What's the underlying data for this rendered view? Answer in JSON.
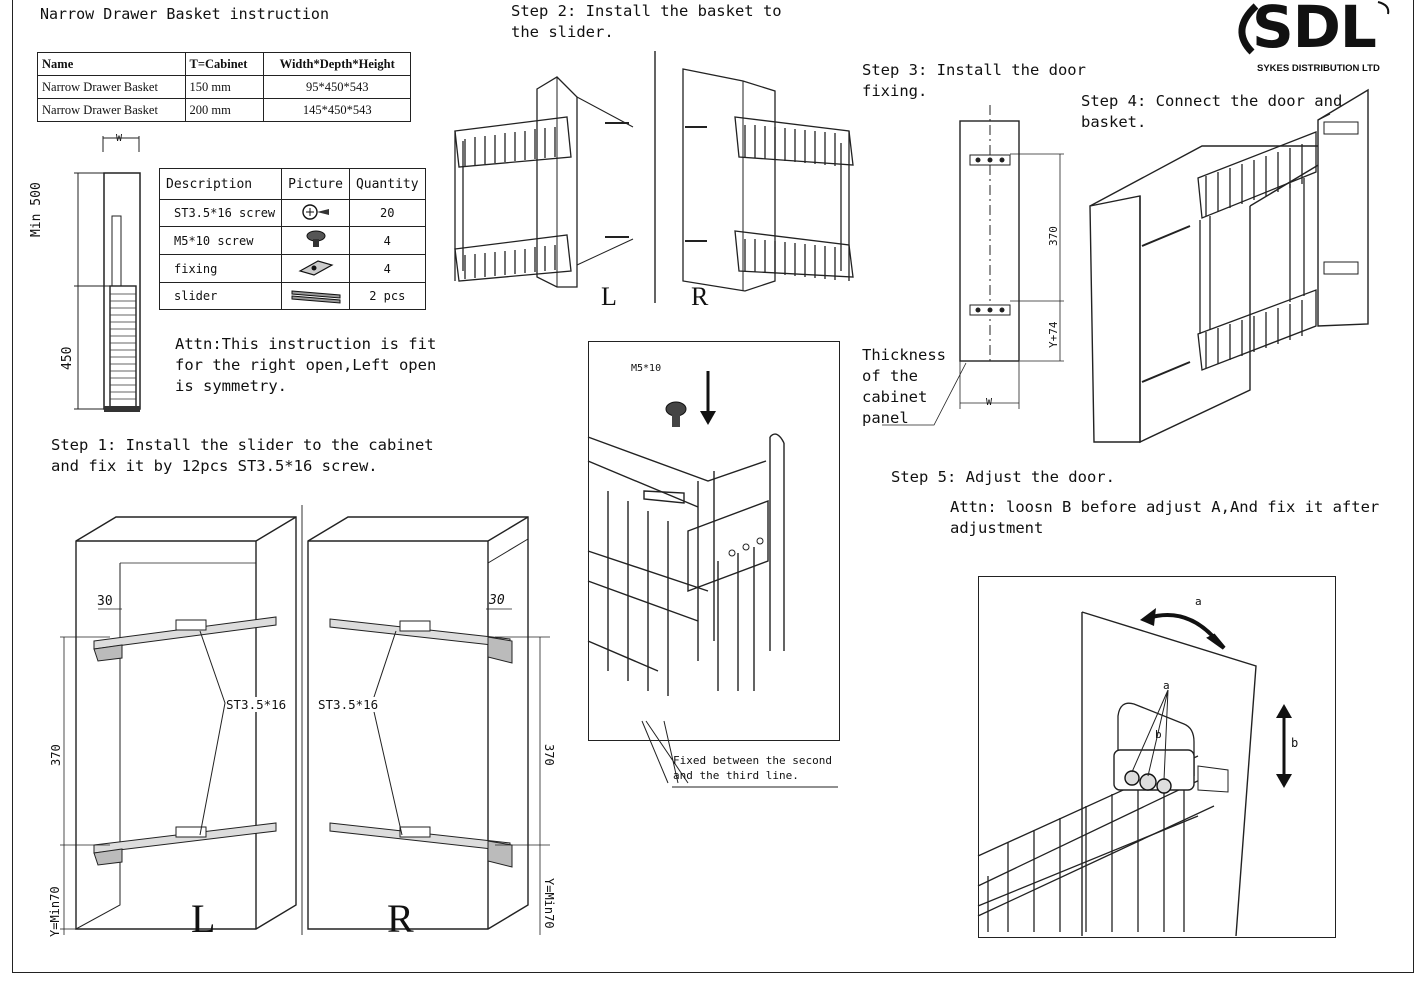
{
  "title": "Narrow Drawer Basket instruction",
  "logo": {
    "brand": "SDL",
    "company": "SYKES DISTRIBUTION LTD"
  },
  "spec_table": {
    "headers": [
      "Name",
      "T=Cabinet",
      "Width*Depth*Height"
    ],
    "rows": [
      [
        "Narrow Drawer Basket",
        "150 mm",
        "95*450*543"
      ],
      [
        "Narrow Drawer Basket",
        "200 mm",
        "145*450*543"
      ]
    ]
  },
  "parts_table": {
    "headers": [
      "Description",
      "Picture",
      "Quantity"
    ],
    "rows": [
      {
        "description": "ST3.5*16 screw",
        "quantity": "20",
        "icon": "screw-icon"
      },
      {
        "description": "M5*10 screw",
        "quantity": "4",
        "icon": "bolt-icon"
      },
      {
        "description": "fixing",
        "quantity": "4",
        "icon": "fixing-icon"
      },
      {
        "description": "slider",
        "quantity": "2 pcs",
        "icon": "slider-icon"
      }
    ]
  },
  "side_view": {
    "width_label": "W",
    "min_label": "Min 500",
    "bottom_label": "450"
  },
  "attn_text": "Attn:This instruction is fit\nfor the right open,Left open\nis symmetry.",
  "step1": {
    "text": "Step 1: Install the slider to the cabinet\nand fix it by 12pcs ST3.5*16 screw.",
    "left": {
      "top_dim": "30",
      "screw_label": "ST3.5*16",
      "height_dim": "370",
      "bottom_dim": "Y=Min70",
      "side": "L"
    },
    "right": {
      "top_dim": "30",
      "screw_label": "ST3.5*16",
      "height_dim": "370",
      "bottom_dim": "Y=Min70",
      "side": "R"
    }
  },
  "step2": {
    "text": "Step 2: Install the basket to\nthe slider.",
    "left": "L",
    "right": "R"
  },
  "detail": {
    "bolt_label": "M5*10",
    "note": "Fixed between the second\nand the third line."
  },
  "step3": {
    "text": "Step 3: Install the door\nfixing.",
    "dim_height": "370",
    "dim_bottom": "Y+74",
    "width_label": "W",
    "panel_label": "Thickness\nof the\ncabinet\npanel"
  },
  "step4": {
    "text": "Step 4: Connect the door and\nbasket."
  },
  "step5": {
    "text": "Step 5: Adjust the door.",
    "attn": "Attn: loosn B before adjust A,And fix it after\nadjustment",
    "label_a_top": "a",
    "label_a_mid": "a",
    "label_b_mid": "b",
    "label_b_right": "b"
  }
}
